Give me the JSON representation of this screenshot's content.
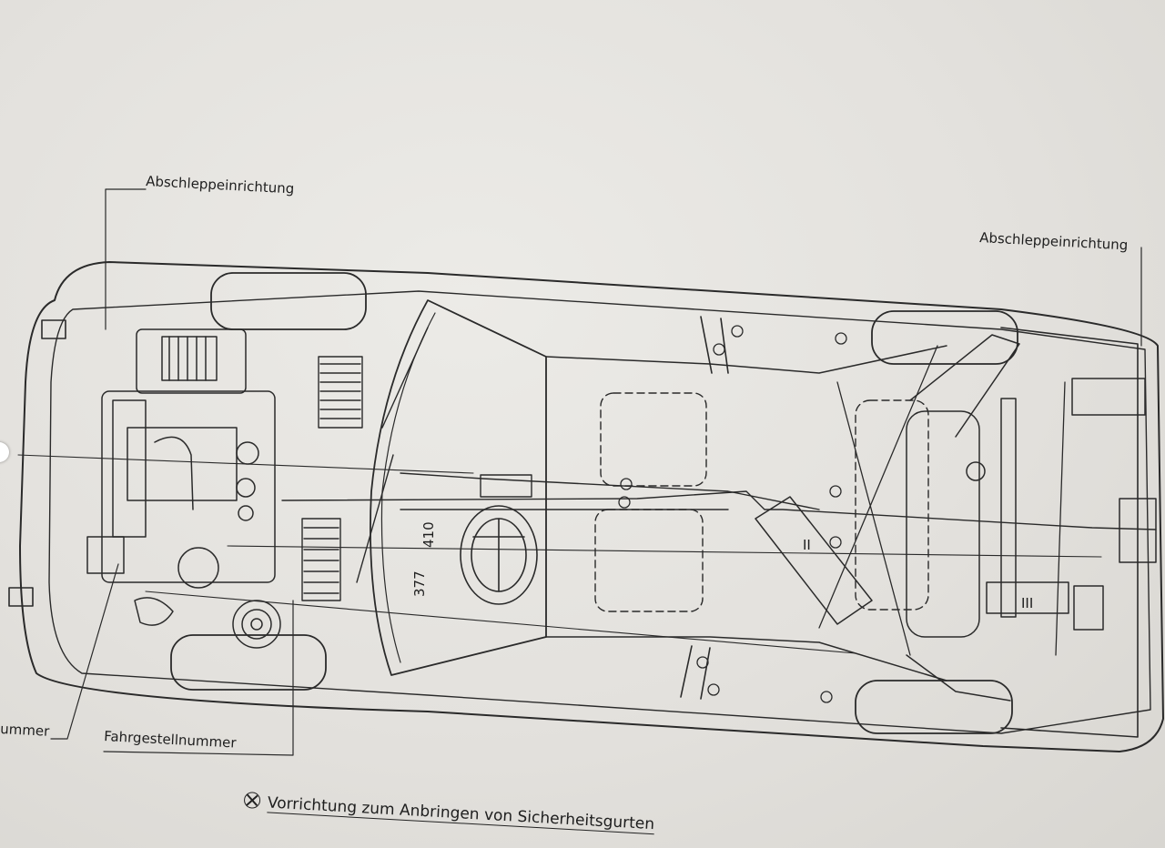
{
  "labels": {
    "tow_front": "Abschleppeinrichtung",
    "tow_rear": "Abschleppeinrichtung",
    "chassis_no": "Fahrgestellnummer",
    "partial_no": "ummer",
    "dim_a": "410",
    "dim_b": "377",
    "zone_2": "II",
    "zone_3": "III"
  },
  "legend": {
    "symbol": "belt-anchor-icon",
    "text": "Vorrichtung zum Anbringen von Sicherheitsgurten"
  }
}
